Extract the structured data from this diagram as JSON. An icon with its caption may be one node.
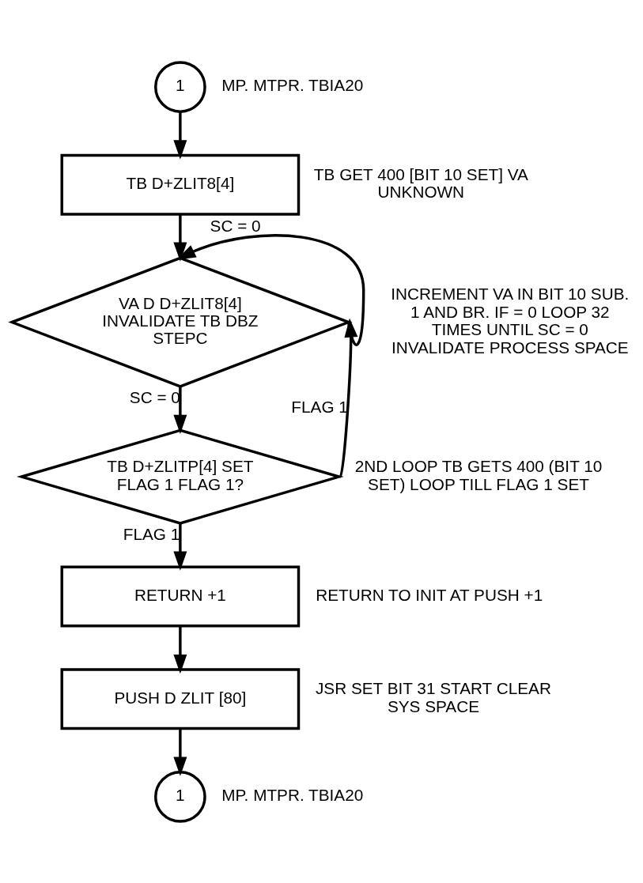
{
  "diagram": {
    "nodes": [
      {
        "text": [
          "1"
        ],
        "beside": [
          "MP. MTPR. TBIA20"
        ]
      },
      {
        "text": [
          "TB D+ZLIT8[4]"
        ],
        "beside": [
          "TB GET 400 [BIT 10 SET] VA UNKNOWN"
        ]
      },
      {
        "text": [
          "VA D D+ZLIT8[4] INVALIDATE TB DBZ STEPC"
        ],
        "beside": [
          "INCREMENT VA IN BIT 10 SUB. 1 AND BR. IF = 0 LOOP 32 TIMES UNTIL SC = 0 INVALIDATE PROCESS SPACE"
        ]
      },
      {
        "text": [
          "TB D+ZLITP[4] SET FLAG 1 FLAG 1?"
        ],
        "beside": [
          "2ND LOOP TB GETS 400 (BIT 10 SET) LOOP TILL FLAG 1 SET"
        ]
      },
      {
        "text": [
          "RETURN +1"
        ],
        "beside": [
          "RETURN TO INIT AT PUSH +1"
        ]
      },
      {
        "text": [
          "PUSH D ZLIT [80]"
        ],
        "beside": [
          "JSR SET BIT 31 START CLEAR SYS SPACE"
        ]
      },
      {
        "text": [
          "1"
        ],
        "beside": [
          "MP. MTPR. TBIA20"
        ]
      }
    ],
    "edges": [
      {
        "from": 0,
        "to": 1,
        "arrow": "to"
      },
      {
        "from": 1,
        "to": 2,
        "arrow": "to"
      },
      {
        "from": 2,
        "to": 2,
        "arrow": "to",
        "label": "SC = 0"
      },
      {
        "from": 2,
        "to": 3,
        "arrow": "to",
        "label": "SC = 0"
      },
      {
        "from": 3,
        "to": 2,
        "arrow": "to",
        "label": "FLAG 1"
      },
      {
        "from": 3,
        "to": 4,
        "arrow": "to",
        "label": "FLAG 1"
      },
      {
        "from": 4,
        "to": 5,
        "arrow": "to"
      },
      {
        "from": 5,
        "to": 6,
        "arrow": "to"
      }
    ]
  }
}
